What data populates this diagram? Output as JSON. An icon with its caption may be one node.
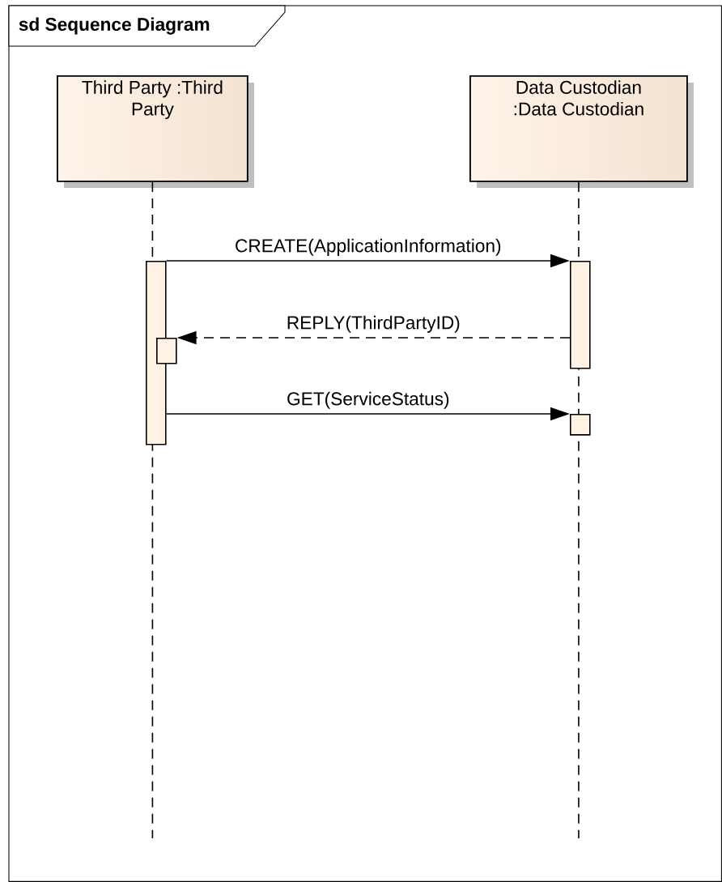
{
  "diagram": {
    "title": "sd Sequence Diagram",
    "nodes": [
      {
        "text": [
          "Third Party :Third Party"
        ]
      },
      {
        "text": [
          "Data Custodian :Data Custodian"
        ]
      },
      {
        "text": [],
        "shape": "bar"
      },
      {
        "text": [],
        "shape": "bar"
      },
      {
        "text": [],
        "shape": "bar"
      },
      {
        "text": [],
        "shape": "bar"
      }
    ],
    "edges": [
      {
        "from": 0,
        "to": null,
        "arrow": "none",
        "style": "dashed"
      },
      {
        "from": 1,
        "to": null,
        "arrow": "none",
        "style": "dashed"
      },
      {
        "from": 2,
        "to": 3,
        "arrow": "to",
        "label": "CREATE(ApplicationInformation)"
      },
      {
        "from": 3,
        "to": 4,
        "arrow": "to",
        "label": "REPLY(ThirdPartyID)",
        "style": "dashed"
      },
      {
        "from": 2,
        "to": 5,
        "arrow": "to",
        "label": "GET(ServiceStatus)"
      }
    ]
  }
}
